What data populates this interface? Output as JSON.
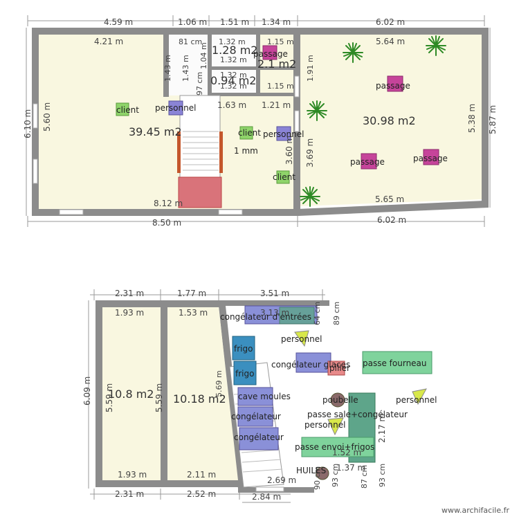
{
  "colors": {
    "wall": "#8c8c8c",
    "floor": "#f9f7e0",
    "client": "#8fd46a",
    "personnel": "#8a84d6",
    "passage": "#c6449a",
    "congelateur": "#8a90d8",
    "frigo": "#3b8fbf",
    "passe": "#7fd39c",
    "plant": "#3d9e2e",
    "stair_landing": "#d9737a",
    "dims": "#666666"
  },
  "plan_top": {
    "dims_top": [
      "4.59 m",
      "1.06 m",
      "1.51 m",
      "1.34 m",
      "6.02 m"
    ],
    "dims_inner": [
      "4.21 m",
      "81 cm",
      "1.32 m",
      "1.15 m",
      "5.64 m"
    ],
    "dims_small": [
      "1.43 m",
      "1.43 m",
      "1.04 m",
      "1.32 m",
      "1.91 m",
      "97 cm",
      "1.32 m",
      "1.32 m",
      "1.15 m",
      "1.63 m",
      "1.21 m",
      "3.60 m",
      "3.69 m"
    ],
    "dims_side": [
      "6.10 m",
      "5.60 m",
      "5.38 m",
      "5.87 m"
    ],
    "dims_bottom_inner": [
      "8.12 m",
      "5.65 m"
    ],
    "dims_bottom": [
      "8.50 m",
      "6.02 m"
    ],
    "areas": [
      "39.45 m2",
      "30.98 m2",
      "1.28 m2",
      "2.1 m2",
      "0.94 m2",
      "1 mm"
    ],
    "labels": {
      "client": "client",
      "personnel": "personnel",
      "passage": "passage"
    }
  },
  "plan_bottom": {
    "dims_top": [
      "2.31 m",
      "1.77 m",
      "3.51 m"
    ],
    "dims_inner": [
      "1.93 m",
      "1.53 m",
      "3.13 m",
      "89 cm",
      "64 cm"
    ],
    "dims_side": [
      "6.09 m",
      "5.59 m",
      "5.59 m",
      "5.69 m",
      "2.17 m"
    ],
    "dims_bottom_inner": [
      "1.93 m",
      "2.11 m",
      "2.69 m",
      "1.52 m",
      "1.37 m",
      "87 cm",
      "93 cm",
      "93 cm",
      "90 cm"
    ],
    "dims_bottom": [
      "2.31 m",
      "2.52 m",
      "2.84 m"
    ],
    "areas": [
      "10.8 m2",
      "10.18 m2"
    ],
    "labels": {
      "congelateur_entrees": "congélateur d'entrées",
      "personnel": "personnel",
      "frigo": "frigo",
      "congelateur_glaces": "congélateur glaces",
      "piller": "piller",
      "passe_fourneau": "passe fourneau",
      "cave_moules": "cave moules",
      "congelateur": "congélateur",
      "poubelle": "poubelle",
      "passe_sale_congelateur": "passe sale+congélateur",
      "passe_envoi_frigos": "passe envoi+frigos",
      "huiles": "HUILES"
    }
  },
  "credit": "www.archifacile.fr"
}
